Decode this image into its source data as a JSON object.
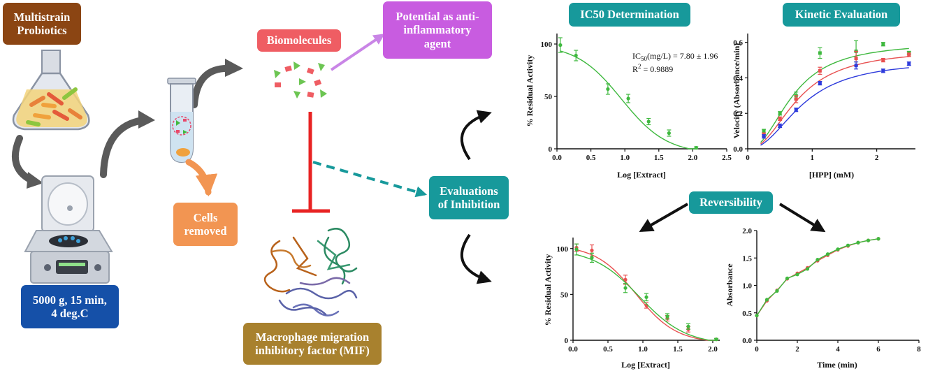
{
  "labels": {
    "probiotics": "Multistrain\nProbiotics",
    "centrifuge": "5000 g, 15 min,\n4 deg.C",
    "cells_removed": "Cells\nremoved",
    "biomolecules": "Biomolecules",
    "potential": "Potential as anti-\ninflammatory\nagent",
    "mif": "Macrophage migration\ninhibitory factor (MIF)",
    "evaluations": "Evaluations\nof Inhibition",
    "reversibility": "Reversibility"
  },
  "colors": {
    "brown": "#8B4513",
    "blue": "#1550A8",
    "orange": "#F29552",
    "red_label": "#EF5D63",
    "purple": "#C85CE0",
    "teal": "#17999B",
    "gold": "#A8812E",
    "inhibit_red": "#E82323",
    "series_green": "#3FB93F",
    "series_red": "#E85050",
    "series_blue": "#2E3BDC"
  },
  "chart_data": [
    {
      "type": "scatter",
      "title": "IC50 Determination",
      "xlabel": "Log [Extract]",
      "ylabel": "% Residual Activity",
      "xlim": [
        0,
        2.5
      ],
      "ylim": [
        0,
        110
      ],
      "xticks": [
        "0.0",
        "0.5",
        "1.0",
        "1.5",
        "2.0",
        "2.5"
      ],
      "yticks": [
        "0",
        "50",
        "100"
      ],
      "annotation_line1": "IC",
      "annotation_sub": "50",
      "annotation_rest": "(mg/L) = 7.80 ± 1.96",
      "annotation_line2": "R",
      "annotation_sup": "2",
      "annotation_rest2": " = 0.9889",
      "series": [
        {
          "color": "#3FB93F",
          "x": [
            0.05,
            0.28,
            0.75,
            1.05,
            1.35,
            1.65,
            2.05
          ],
          "y": [
            99,
            89,
            57,
            48,
            26,
            15,
            1
          ],
          "err": [
            7,
            5,
            5,
            4,
            3,
            3,
            1
          ],
          "fit_top": 100,
          "fit_bottom": -5,
          "fit_logic50": 0.95,
          "fit_hill": 1.3
        }
      ]
    },
    {
      "type": "scatter",
      "title": "Kinetic Evaluation",
      "xlabel": "[HPP] (mM)",
      "ylabel": "Velocity (Absorbance/min)",
      "xlim": [
        0,
        2.6
      ],
      "ylim": [
        0,
        0.65
      ],
      "xticks": [
        "0",
        "1",
        "2"
      ],
      "yticks": [
        "0.0",
        "0.2",
        "0.4",
        "0.6"
      ],
      "series": [
        {
          "color": "#3FB93F",
          "x": [
            0.25,
            0.5,
            0.75,
            1.12,
            1.68,
            2.1,
            2.5
          ],
          "y": [
            0.1,
            0.2,
            0.3,
            0.54,
            0.55,
            0.59,
            0.54
          ],
          "err": [
            0.01,
            0.01,
            0.02,
            0.03,
            0.06,
            0.01,
            0.01
          ],
          "vmax": 0.6,
          "km": 0.7,
          "n": 2.2
        },
        {
          "color": "#E85050",
          "x": [
            0.25,
            0.5,
            0.75,
            1.12,
            1.68,
            2.1,
            2.5
          ],
          "y": [
            0.08,
            0.17,
            0.28,
            0.44,
            0.51,
            0.5,
            0.53
          ],
          "err": [
            0.01,
            0.01,
            0.02,
            0.02,
            0.04,
            0.01,
            0.01
          ],
          "vmax": 0.56,
          "km": 0.78,
          "n": 2.2
        },
        {
          "color": "#2E3BDC",
          "x": [
            0.25,
            0.5,
            0.75,
            1.12,
            1.68,
            2.1,
            2.5
          ],
          "y": [
            0.07,
            0.13,
            0.22,
            0.37,
            0.47,
            0.44,
            0.48
          ],
          "err": [
            0.01,
            0.01,
            0.01,
            0.01,
            0.02,
            0.01,
            0.01
          ],
          "vmax": 0.5,
          "km": 0.85,
          "n": 2.2
        }
      ]
    },
    {
      "type": "scatter",
      "title": "",
      "xlabel": "Log [Extract]",
      "ylabel": "% Residual Activity",
      "xlim": [
        0,
        2.1
      ],
      "ylim": [
        0,
        112
      ],
      "xticks": [
        "0.0",
        "0.5",
        "1.0",
        "1.5",
        "2.0"
      ],
      "yticks": [
        "0",
        "50",
        "100"
      ],
      "series": [
        {
          "color": "#E85050",
          "x": [
            0.05,
            0.27,
            0.75,
            1.05,
            1.35,
            1.65,
            2.05
          ],
          "y": [
            101,
            98,
            66,
            38,
            24,
            12,
            1
          ],
          "err": [
            4,
            6,
            5,
            3,
            3,
            3,
            1
          ],
          "fit_top": 104,
          "fit_bottom": -3,
          "fit_logic50": 0.9,
          "fit_hill": 1.5
        },
        {
          "color": "#3FB93F",
          "x": [
            0.05,
            0.27,
            0.75,
            1.05,
            1.35,
            1.65,
            2.05
          ],
          "y": [
            99,
            90,
            57,
            47,
            26,
            15,
            1
          ],
          "err": [
            6,
            5,
            5,
            4,
            3,
            3,
            1
          ],
          "fit_top": 100,
          "fit_bottom": -5,
          "fit_logic50": 0.95,
          "fit_hill": 1.3
        }
      ]
    },
    {
      "type": "line",
      "title": "",
      "xlabel": "Time (min)",
      "ylabel": "Absorbance",
      "xlim": [
        0,
        8
      ],
      "ylim": [
        0,
        2.0
      ],
      "xticks": [
        "0",
        "2",
        "4",
        "6",
        "8"
      ],
      "yticks": [
        "0.0",
        "0.5",
        "1.0",
        "1.5",
        "2.0"
      ],
      "series": [
        {
          "color": "#E85050",
          "x": [
            0,
            0.5,
            1,
            1.5,
            2,
            2.5,
            3,
            3.5,
            4,
            4.5,
            5,
            5.5,
            6
          ],
          "y": [
            0.45,
            0.72,
            0.91,
            1.12,
            1.22,
            1.32,
            1.45,
            1.55,
            1.65,
            1.72,
            1.78,
            1.82,
            1.85
          ]
        },
        {
          "color": "#3FB93F",
          "x": [
            0,
            0.5,
            1,
            1.5,
            2,
            2.5,
            3,
            3.5,
            4,
            4.5,
            5,
            5.5,
            6
          ],
          "y": [
            0.45,
            0.74,
            0.9,
            1.13,
            1.2,
            1.3,
            1.47,
            1.57,
            1.66,
            1.73,
            1.78,
            1.82,
            1.85
          ]
        }
      ]
    }
  ]
}
